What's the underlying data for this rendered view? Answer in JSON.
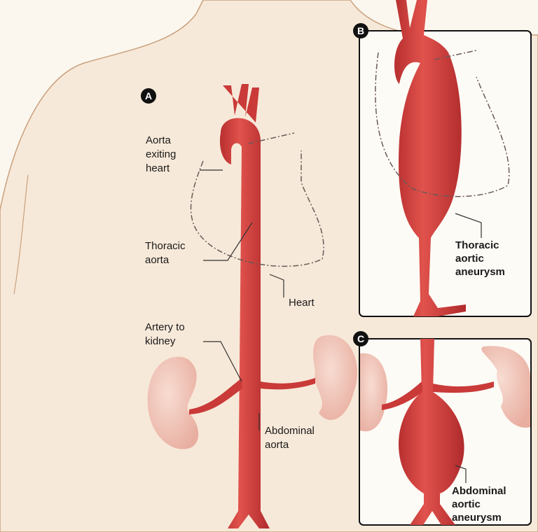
{
  "panels": {
    "a": {
      "badge": "A"
    },
    "b": {
      "badge": "B"
    },
    "c": {
      "badge": "C"
    }
  },
  "labels": {
    "aorta_exiting_heart": [
      "Aorta",
      "exiting",
      "heart"
    ],
    "thoracic_aorta": [
      "Thoracic",
      "aorta"
    ],
    "heart": "Heart",
    "artery_to_kidney": [
      "Artery to",
      "kidney"
    ],
    "abdominal_aorta": [
      "Abdominal",
      "aorta"
    ],
    "thoracic_aortic_aneurysm": [
      "Thoracic",
      "aortic",
      "aneurysm"
    ],
    "abdominal_aortic_aneurysm": [
      "Abdominal",
      "aortic",
      "aneurysm"
    ]
  },
  "colors": {
    "aorta": "#d4423f",
    "skin": "#f7e9d9",
    "kidney": "#f2c9bd",
    "background": "#fbf7ee"
  }
}
